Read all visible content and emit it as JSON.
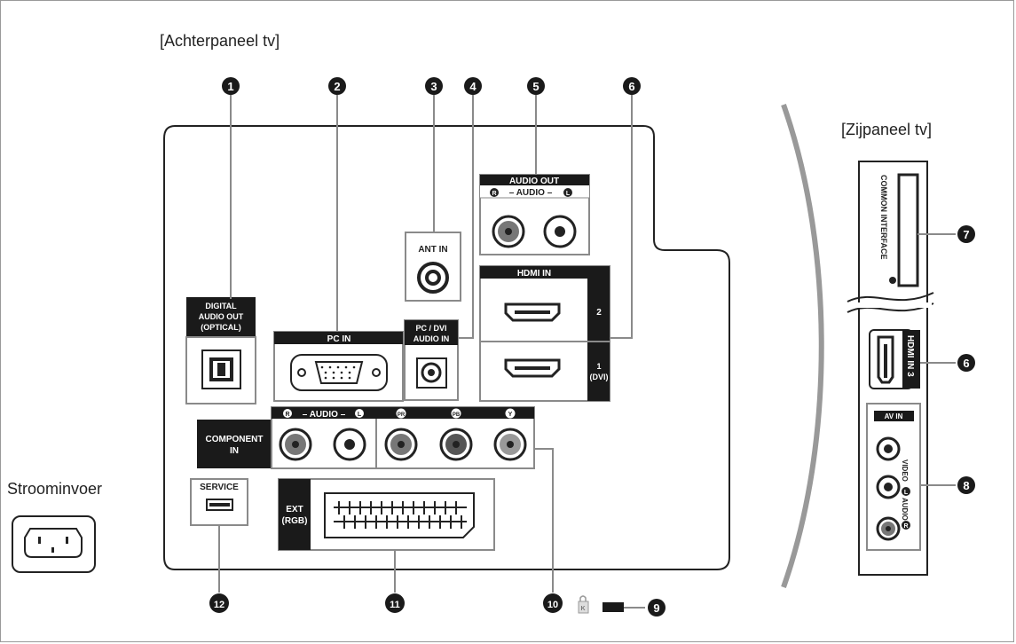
{
  "titles": {
    "rear": "[Achterpaneel tv]",
    "side": "[Zijpaneel tv]",
    "power": "Stroominvoer"
  },
  "ports": {
    "digital_audio_out": [
      "DIGITAL",
      "AUDIO OUT",
      "(OPTICAL)"
    ],
    "pc_in": "PC IN",
    "ant_in": "ANT IN",
    "pc_dvi_audio_in": [
      "PC / DVI",
      "AUDIO IN"
    ],
    "audio_out": "AUDIO OUT",
    "audio_rl": "– AUDIO –",
    "hdmi_in": "HDMI IN",
    "hdmi_2": "2",
    "hdmi_1": [
      "1",
      "(DVI)"
    ],
    "component_in": [
      "COMPONENT",
      "IN"
    ],
    "comp_audio": "– AUDIO –",
    "service": "SERVICE",
    "ext_rgb": [
      "EXT",
      "(RGB)"
    ],
    "common_interface": "COMMON INTERFACE",
    "hdmi_in3": "HDMI IN 3",
    "av_in": "AV IN",
    "video": "VIDEO",
    "audio": "AUDIO"
  },
  "letters": {
    "R": "R",
    "L": "L",
    "PR": "PR",
    "PB": "PB",
    "Y": "Y",
    "K": "K"
  },
  "callouts": [
    "1",
    "2",
    "3",
    "4",
    "5",
    "6",
    "7",
    "8",
    "9",
    "10",
    "11",
    "12"
  ],
  "colors": {
    "panel_black": "#1a1a1a",
    "line_gray": "#8a8a8a",
    "jack_gray": "#777777"
  }
}
